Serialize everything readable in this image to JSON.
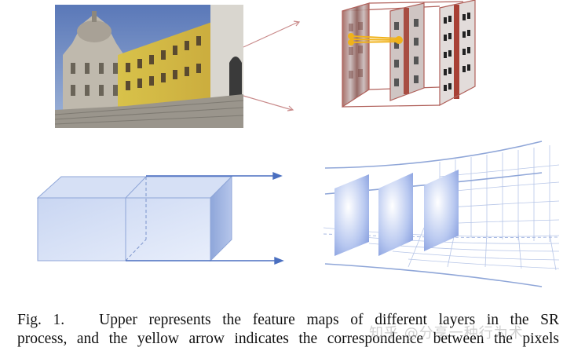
{
  "caption": {
    "label": "Fig. 1.",
    "line1": "Upper represents the feature maps of different layers in the SR",
    "line2": "process, and the yellow arrow indicates the correspondence between the pixels"
  },
  "watermark": "知乎 @分享一种行为术",
  "colors": {
    "arrow_red": "#c98a8a",
    "frame_red": "#b0605a",
    "box_blue": "#b9c9ea",
    "line_blue": "#4a6fc0",
    "grid_blue": "#9fb3de",
    "yellow": "#f0b21a"
  }
}
